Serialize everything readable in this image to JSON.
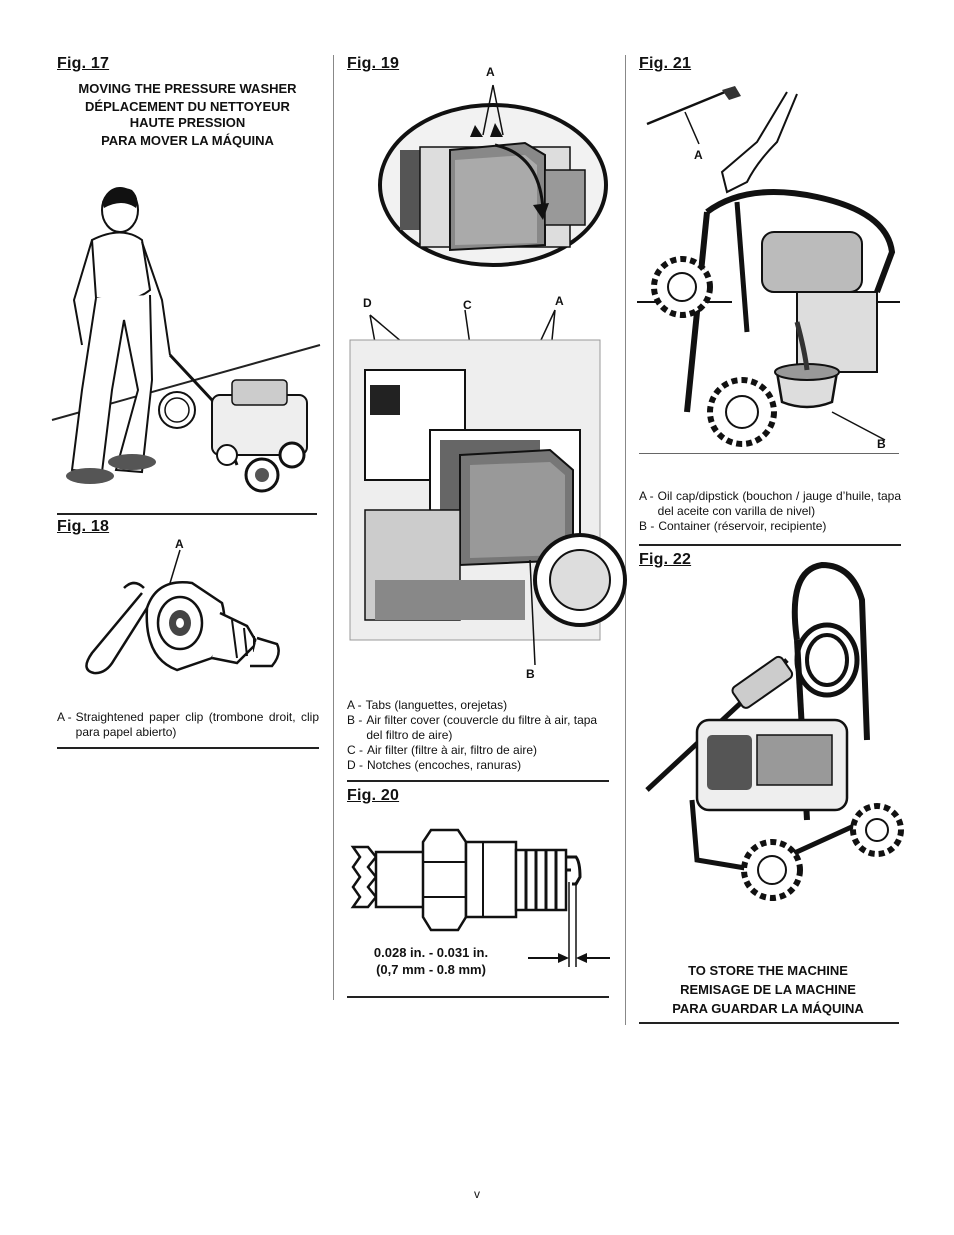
{
  "fig17": {
    "title": "Fig. 17",
    "caption": [
      "MOVING THE PRESSURE WASHER",
      "DÉPLACEMENT DU NETTOYEUR",
      "HAUTE PRESSION",
      "PARA MOVER LA MÁQUINA"
    ]
  },
  "fig18": {
    "title": "Fig. 18",
    "label_a": "A",
    "legend": [
      {
        "key": "A -",
        "text": "Straightened paper clip (trombone droit, clip para papel abierto)"
      }
    ]
  },
  "fig19": {
    "title": "Fig. 19",
    "top_label_a": "A",
    "labels": {
      "d": "D",
      "c": "C",
      "a": "A",
      "b": "B"
    },
    "legend": [
      {
        "key": "A -",
        "text": "Tabs (languettes, orejetas)"
      },
      {
        "key": "B -",
        "text": "Air filter cover (couvercle du filtre à air, tapa del filtro de aire)"
      },
      {
        "key": "C -",
        "text": "Air filter (filtre à air, filtro de aire)"
      },
      {
        "key": "D -",
        "text": "Notches (encoches, ranuras)"
      }
    ]
  },
  "fig20": {
    "title": "Fig. 20",
    "measurement": [
      "0.028 in. - 0.031 in.",
      "(0,7 mm - 0.8 mm)"
    ]
  },
  "fig21": {
    "title": "Fig. 21",
    "labels": {
      "a": "A",
      "b": "B"
    },
    "legend": [
      {
        "key": "A -",
        "text": "Oil cap/dipstick (bouchon / jauge d’huile, tapa del aceite con varilla de nivel)"
      },
      {
        "key": "B -",
        "text": "Container (réservoir, recipiente)"
      }
    ]
  },
  "fig22": {
    "title": "Fig. 22",
    "caption": [
      "TO STORE THE MACHINE",
      "REMISAGE DE LA MACHINE",
      "PARA GUARDAR LA MÁQUINA"
    ]
  },
  "page_number": "v"
}
